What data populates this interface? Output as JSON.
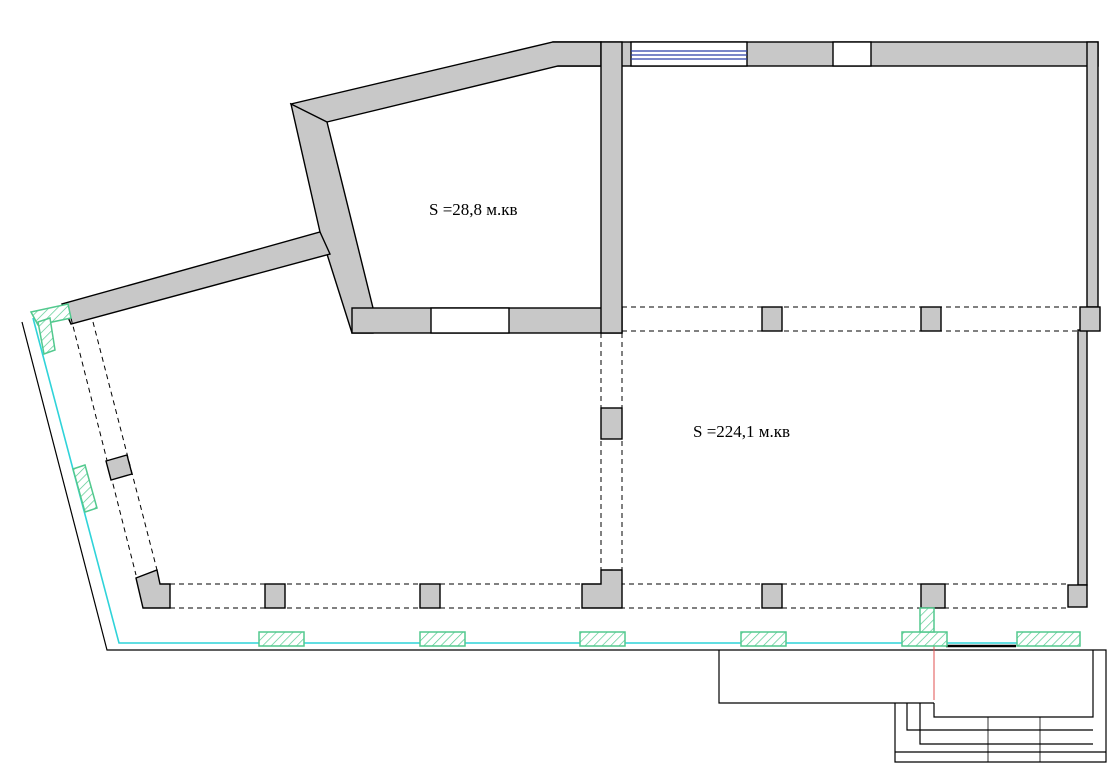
{
  "rooms": [
    {
      "id": "small-room",
      "area_label": "S =28,8 м.кв"
    },
    {
      "id": "main-hall",
      "area_label": "S =224,1 м.кв"
    }
  ],
  "colors": {
    "wall_fill": "#c8c8c8",
    "outline": "#000000",
    "glazing_hatch": "#52c98e",
    "facade_line": "#2fd3d9",
    "window_blue": "#2a3fa8",
    "door_red": "#e05050"
  }
}
